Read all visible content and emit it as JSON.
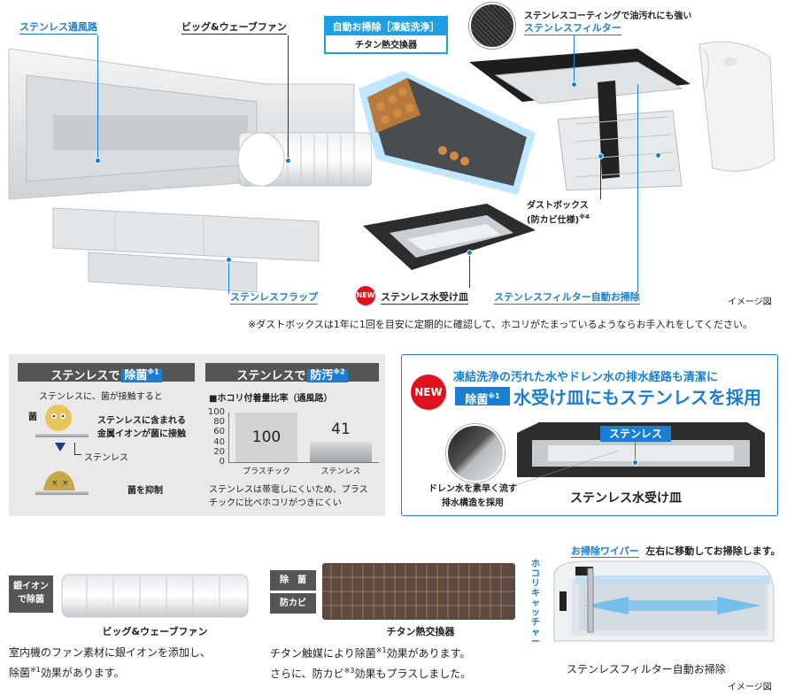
{
  "top": {
    "labels": {
      "stainless_duct": "ステンレス通風路",
      "big_wave_fan": "ビッグ&ウェーブファン",
      "auto_clean_head": "自動お掃除［凍結洗浄］",
      "titanium_hx": "チタン熱交換器",
      "filter_note": "ステンレスコーティングで油汚れにも強い",
      "stainless_filter": "ステンレスフィルター",
      "dust_box_line1": "ダストボックス",
      "dust_box_line2": "(防カビ仕様)",
      "dust_box_sup": "※4",
      "stainless_flap": "ステンレスフラップ",
      "new_badge": "NEW",
      "stainless_drain_pan": "ステンレス水受け皿",
      "filter_auto_clean": "ステンレスフィルター自動お掃除",
      "image_note": "イメージ図"
    },
    "footnote": "※ダストボックスは1年に1回を目安に定期的に確認して、ホコリがたまっているようならお手入れをしてください。"
  },
  "panel_antibac": {
    "head_prefix": "ステンレスで",
    "head_highlight": "除菌",
    "head_sup": "※1",
    "line1": "ステンレスに、菌が接触すると",
    "germ_label": "菌",
    "desc_line1": "ステンレスに含まれる",
    "desc_line2": "金属イオンが菌に接触",
    "stainless_label": "ステンレス",
    "suppress_label": "菌を抑制"
  },
  "panel_antisoil": {
    "head_prefix": "ステンレスで",
    "head_highlight": "防汚",
    "head_sup": "※2",
    "chart_title": "■ホコリ付着量比率（通風路）",
    "note_line1": "ステンレスは帯電しにくいため、プラス",
    "note_line2": "チックに比べホコリがつきにくい"
  },
  "chart_data": {
    "type": "bar",
    "title": "■ホコリ付着量比率（通風路）",
    "categories": [
      "プラスチック",
      "ステンレス"
    ],
    "values": [
      100,
      41
    ],
    "ylim": [
      0,
      100
    ],
    "yticks": [
      0,
      20,
      40,
      60,
      80,
      100
    ],
    "grid": false,
    "colors": [
      "#d2d2d2",
      "#a8acb0"
    ]
  },
  "panel_drainpan": {
    "new_badge": "NEW",
    "line1": "凍結洗浄の汚れた水やドレン水の排水経路も清潔に",
    "tag": "除菌",
    "tag_sup": "※1",
    "title": "水受け皿にもステンレスを採用",
    "stainless_tag": "ステンレス",
    "drain_line1": "ドレン水を素早く流す",
    "drain_line2": "排水構造を採用",
    "caption": "ステンレス水受け皿"
  },
  "bottom": {
    "fan_tag_line1": "銀イオン",
    "fan_tag_line2": "で除菌",
    "fan_caption": "ビッグ&ウェーブファン",
    "fan_desc_line1": "室内機のファン素材に銀イオンを添加し、",
    "fan_desc_line2_a": "除菌",
    "fan_desc_line2_sup": "※1",
    "fan_desc_line2_b": "効果があります。",
    "hx_tag1": "除　菌",
    "hx_tag2": "防カビ",
    "hx_caption": "チタン熱交換器",
    "hx_desc_line1_a": "チタン触媒により除菌",
    "hx_desc_line1_sup": "※1",
    "hx_desc_line1_b": "効果があります。",
    "hx_desc_line2_a": "さらに、防カビ",
    "hx_desc_line2_sup": "※3",
    "hx_desc_line2_b": "効果もプラスしました。",
    "wiper_label": "お掃除ワイパー",
    "wiper_desc": "左右に移動してお掃除します。",
    "catcher_label": "ホコリキャッチャー",
    "filter_caption": "ステンレスフィルター自動お掃除",
    "image_note": "イメージ図"
  },
  "colors": {
    "accent": "#1a7fd4",
    "cyan": "#1ea0e6",
    "new_red": "#e0111b",
    "dark_head": "#555555",
    "panel_bg": "#e9e9e9"
  }
}
